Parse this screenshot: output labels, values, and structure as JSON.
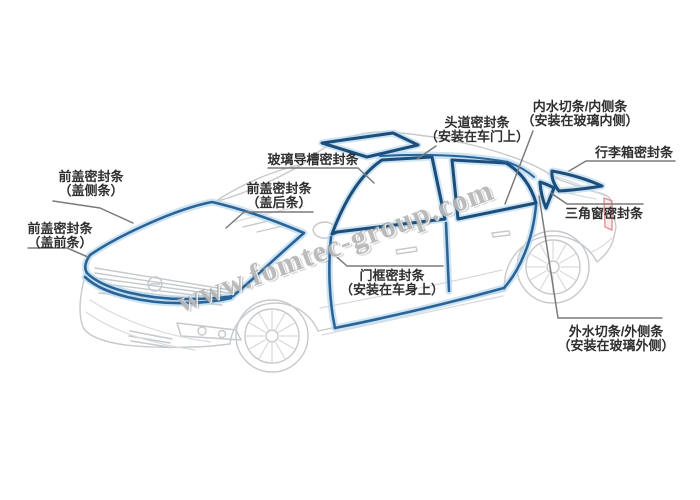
{
  "watermark": "www.fomtec-group.com",
  "labels": {
    "hood_side": {
      "lines": [
        "前盖密封条",
        "（盖侧条）"
      ]
    },
    "hood_front": {
      "lines": [
        "前盖密封条",
        "（盖前条）"
      ]
    },
    "hood_rear": {
      "lines": [
        "前盖密封条",
        "（盖后条）"
      ]
    },
    "glass_run": {
      "lines": [
        "玻璃导槽密封条"
      ]
    },
    "primary_door": {
      "lines": [
        "头道密封条",
        "（安装在车门上）"
      ]
    },
    "inner_waist": {
      "lines": [
        "内水切条/内侧条",
        "（安装在玻璃内侧）"
      ]
    },
    "trunk": {
      "lines": [
        "行李箱密封条"
      ]
    },
    "quarter_win": {
      "lines": [
        "三角窗密封条"
      ]
    },
    "door_frame": {
      "lines": [
        "门框密封条",
        "（安装在车身上）"
      ]
    },
    "outer_waist": {
      "lines": [
        "外水切条/外侧条",
        "（安装在玻璃外侧）"
      ]
    }
  },
  "colors": {
    "seal_blue": "#2a6398",
    "seal_blue_dark": "#1c4e7c",
    "seal_glow": "#b9d8ee",
    "leader_gray": "#7a7a7a",
    "body_gray": "#c6c9cc",
    "label_text": "#2f2f2f",
    "watermark_gray": "#878787",
    "taillight_red": "#dd8f8f",
    "background": "#ffffff"
  }
}
